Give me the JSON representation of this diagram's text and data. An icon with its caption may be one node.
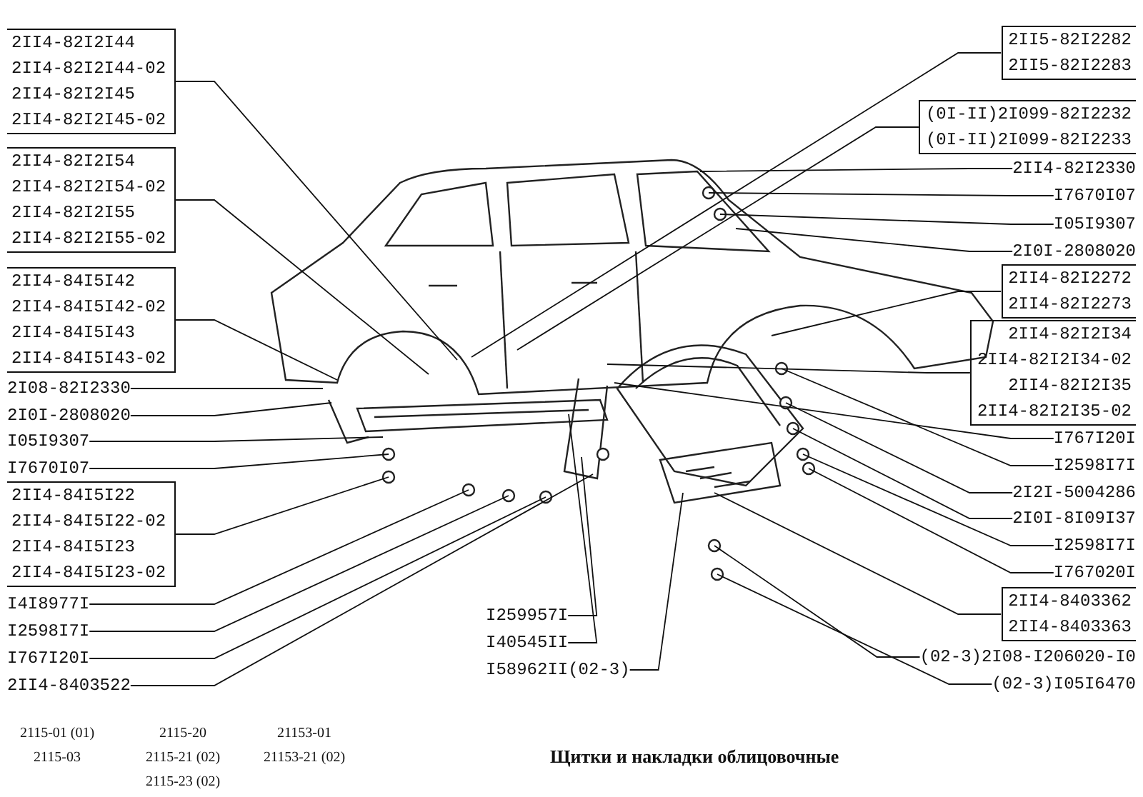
{
  "diagram": {
    "caption": "Щитки и накладки облицовочные",
    "nodes": [
      {
        "text": [
          "2II4-82I2I44",
          "2II4-82I2I44-02",
          "2II4-82I2I45",
          "2II4-82I2I45-02"
        ]
      },
      {
        "text": [
          "2II4-82I2I54",
          "2II4-82I2I54-02",
          "2II4-82I2I55",
          "2II4-82I2I55-02"
        ]
      },
      {
        "text": [
          "2II4-84I5I42",
          "2II4-84I5I42-02",
          "2II4-84I5I43",
          "2II4-84I5I43-02"
        ]
      },
      {
        "text": [
          "2I08-82I2330"
        ]
      },
      {
        "text": [
          "2I0I-2808020"
        ]
      },
      {
        "text": [
          "I05I9307"
        ]
      },
      {
        "text": [
          "I7670I07"
        ]
      },
      {
        "text": [
          "2II4-84I5I22",
          "2II4-84I5I22-02",
          "2II4-84I5I23",
          "2II4-84I5I23-02"
        ]
      },
      {
        "text": [
          "I4I8977I"
        ]
      },
      {
        "text": [
          "I2598I7I"
        ]
      },
      {
        "text": [
          "I767I20I"
        ]
      },
      {
        "text": [
          "2II4-8403522"
        ]
      },
      {
        "text": [
          "I259957I"
        ]
      },
      {
        "text": [
          "I40545II"
        ]
      },
      {
        "text": [
          "I58962II(02-3)"
        ]
      },
      {
        "text": [
          "2II5-82I2282",
          "2II5-82I2283"
        ]
      },
      {
        "text": [
          "(0I-II)2I099-82I2232",
          "(0I-II)2I099-82I2233"
        ]
      },
      {
        "text": [
          "2II4-82I2330"
        ]
      },
      {
        "text": [
          "I7670I07"
        ]
      },
      {
        "text": [
          "I05I9307"
        ]
      },
      {
        "text": [
          "2I0I-2808020"
        ]
      },
      {
        "text": [
          "2II4-82I2272",
          "2II4-82I2273"
        ]
      },
      {
        "text": [
          "2II4-82I2I34",
          "2II4-82I2I34-02",
          "2II4-82I2I35",
          "2II4-82I2I35-02"
        ]
      },
      {
        "text": [
          "I767I20I"
        ]
      },
      {
        "text": [
          "I2598I7I"
        ]
      },
      {
        "text": [
          "2I2I-5004286"
        ]
      },
      {
        "text": [
          "2I0I-8I09I37"
        ]
      },
      {
        "text": [
          "I2598I7I"
        ]
      },
      {
        "text": [
          "I767020I"
        ]
      },
      {
        "text": [
          "2II4-8403362",
          "2II4-8403363"
        ]
      },
      {
        "text": [
          "(02-3)2I08-I206020-I0"
        ]
      },
      {
        "text": [
          "(02-3)I05I6470"
        ]
      }
    ],
    "edges": [
      {
        "from": 0,
        "to": null,
        "arrow": "none"
      },
      {
        "from": 1,
        "to": null,
        "arrow": "none"
      },
      {
        "from": 2,
        "to": null,
        "arrow": "none"
      },
      {
        "from": 3,
        "to": null,
        "arrow": "none"
      },
      {
        "from": 4,
        "to": null,
        "arrow": "none"
      },
      {
        "from": 5,
        "to": null,
        "arrow": "none"
      },
      {
        "from": 6,
        "to": null,
        "arrow": "none"
      },
      {
        "from": 7,
        "to": null,
        "arrow": "none"
      },
      {
        "from": 8,
        "to": null,
        "arrow": "none"
      },
      {
        "from": 9,
        "to": null,
        "arrow": "none"
      },
      {
        "from": 10,
        "to": null,
        "arrow": "none"
      },
      {
        "from": 11,
        "to": null,
        "arrow": "none"
      },
      {
        "from": 12,
        "to": null,
        "arrow": "none"
      },
      {
        "from": 13,
        "to": null,
        "arrow": "none"
      },
      {
        "from": 14,
        "to": null,
        "arrow": "none"
      },
      {
        "from": 15,
        "to": null,
        "arrow": "none"
      },
      {
        "from": 16,
        "to": null,
        "arrow": "none"
      },
      {
        "from": 17,
        "to": null,
        "arrow": "none"
      },
      {
        "from": 18,
        "to": null,
        "arrow": "none"
      },
      {
        "from": 19,
        "to": null,
        "arrow": "none"
      },
      {
        "from": 20,
        "to": null,
        "arrow": "none"
      },
      {
        "from": 21,
        "to": null,
        "arrow": "none"
      },
      {
        "from": 22,
        "to": null,
        "arrow": "none"
      },
      {
        "from": 23,
        "to": null,
        "arrow": "none"
      },
      {
        "from": 24,
        "to": null,
        "arrow": "none"
      },
      {
        "from": 25,
        "to": null,
        "arrow": "none"
      },
      {
        "from": 26,
        "to": null,
        "arrow": "none"
      },
      {
        "from": 27,
        "to": null,
        "arrow": "none"
      },
      {
        "from": 28,
        "to": null,
        "arrow": "none"
      },
      {
        "from": 29,
        "to": null,
        "arrow": "none"
      },
      {
        "from": 30,
        "to": null,
        "arrow": "none"
      },
      {
        "from": 31,
        "to": null,
        "arrow": "none"
      }
    ],
    "labels": [
      "2115-01 (01)",
      "2115-20",
      "21153-01",
      "2115-03",
      "2115-21 (02)",
      "21153-21 (02)",
      "2115-23 (02)"
    ]
  }
}
